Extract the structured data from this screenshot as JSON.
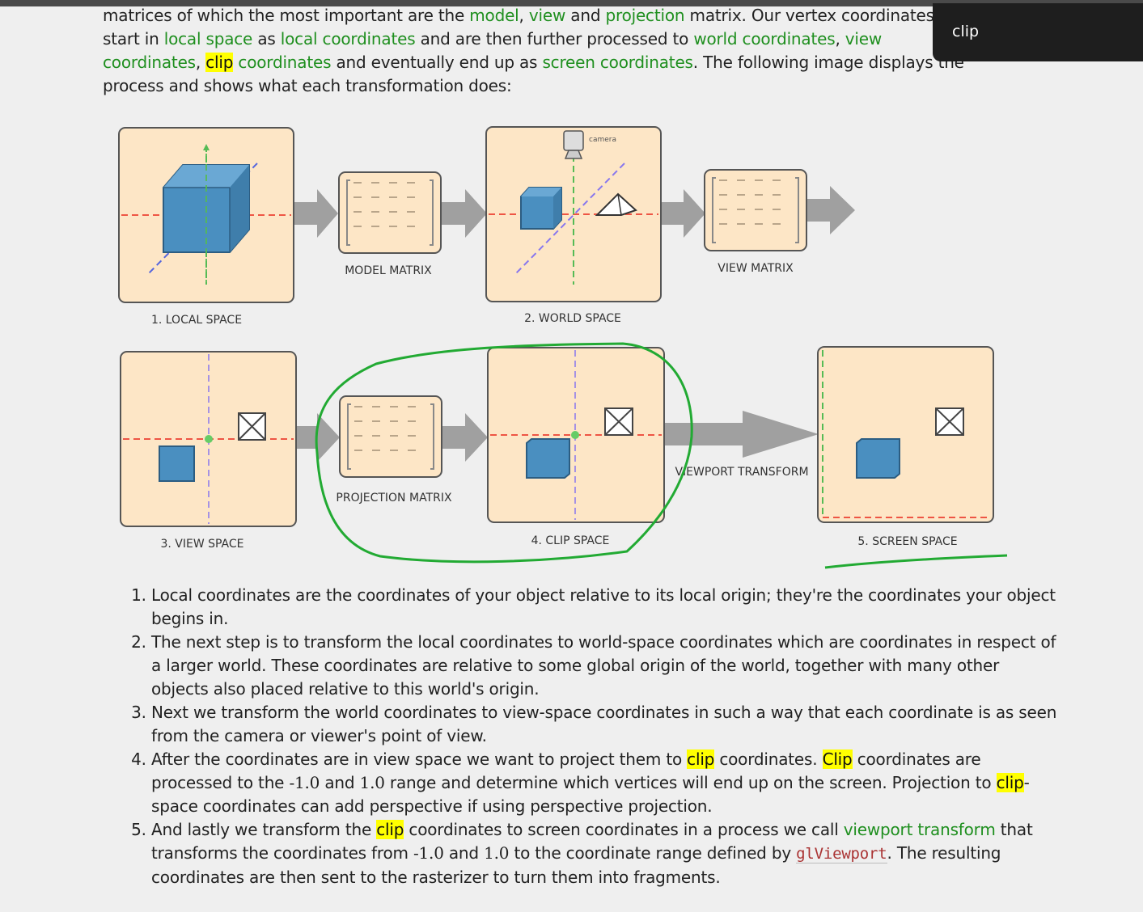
{
  "tooltip": {
    "text": "clip"
  },
  "intro": {
    "t1": "matrices of which the most important are the ",
    "l_model": "model",
    "t2": ", ",
    "l_view": "view",
    "t3": " and ",
    "l_projection": "projection",
    "t4": " matrix. Our vertex coordinates first start in ",
    "l_local_space": "local space",
    "t5": " as ",
    "l_local_coordinates": "local coordinates",
    "t6": " and are then further processed to ",
    "l_world_coordinates": "world coordinates",
    "t7": ", ",
    "l_view_coordinates": "view coordinates",
    "t8": ", ",
    "hl_clip": "clip",
    "t9": " ",
    "l_coordinates": "coordinates",
    "t10": " and eventually end up as ",
    "l_screen_coordinates": "screen coordinates",
    "t11": ". The following image displays the process and shows what each transformation does:"
  },
  "diagram": {
    "labels": {
      "local_space": "1. LOCAL SPACE",
      "model_matrix": "MODEL MATRIX",
      "world_space": "2. WORLD SPACE",
      "camera": "camera",
      "view_matrix": "VIEW MATRIX",
      "view_space": "3. VIEW SPACE",
      "projection_matrix": "PROJECTION MATRIX",
      "clip_space": "4. CLIP SPACE",
      "viewport_transform": "VIEWPORT TRANSFORM",
      "screen_space": "5. SCREEN SPACE"
    },
    "colors": {
      "panel_fill": "#fde6c6",
      "panel_stroke": "#555555",
      "arrow": "#a0a0a0",
      "cube": "#4a8fc0",
      "axis_red": "#ee5544",
      "axis_green": "#55bb55",
      "axis_blue": "#5566dd",
      "annotation": "#22aa33"
    }
  },
  "steps": {
    "s1": "Local coordinates are the coordinates of your object relative to its local origin; they're the coordinates your object begins in.",
    "s2": "The next step is to transform the local coordinates to world-space coordinates which are coordinates in respect of a larger world. These coordinates are relative to some global origin of the world, together with many other objects also placed relative to this world's origin.",
    "s3": "Next we transform the world coordinates to view-space coordinates in such a way that each coordinate is as seen from the camera or viewer's point of view.",
    "s4a": "After the coordinates are in view space we want to project them to ",
    "s4_clip1": "clip",
    "s4b": " coordinates. ",
    "s4_clip2": "Clip",
    "s4c": " coordinates are processed to the ",
    "s4_m1": "-1.0",
    "s4d": " and ",
    "s4_p1": "1.0",
    "s4e": " range and determine which vertices will end up on the screen. Projection to ",
    "s4_clip3": "clip",
    "s4f": "-space coordinates can add perspective if using perspective projection.",
    "s5a": "And lastly we transform the ",
    "s5_clip": "clip",
    "s5b": " coordinates to screen coordinates in a process we call ",
    "s5_link": "viewport transform",
    "s5c": " that transforms the coordinates from ",
    "s5_m1": "-1.0",
    "s5d": " and ",
    "s5_p1": "1.0",
    "s5e": " to the coordinate range defined by ",
    "s5_code": "glViewport",
    "s5f": ". The resulting coordinates are then sent to the rasterizer to turn them into fragments."
  }
}
